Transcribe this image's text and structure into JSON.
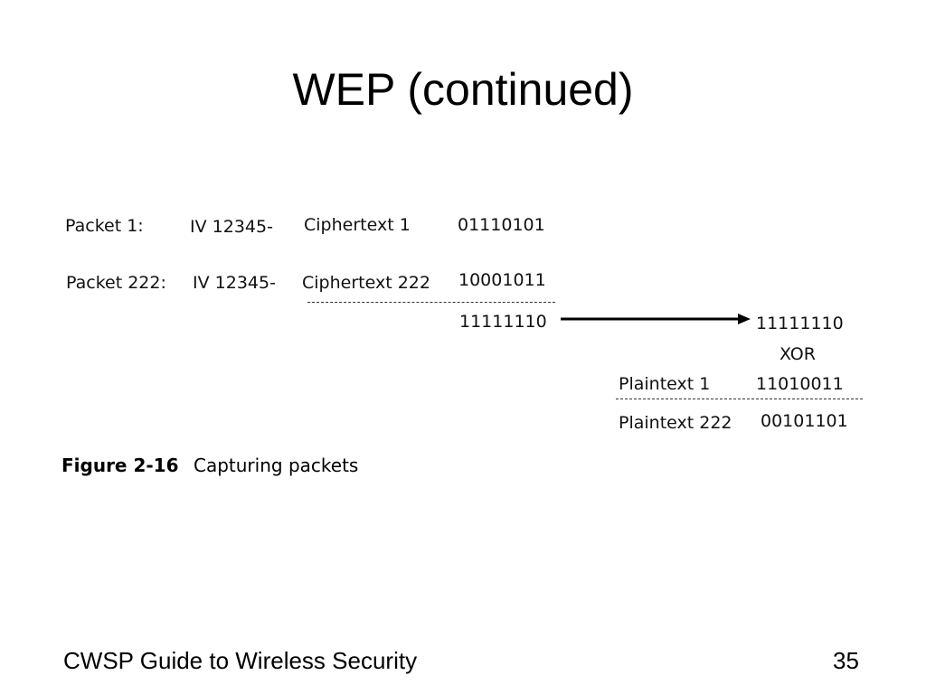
{
  "slide": {
    "title": "WEP (continued)",
    "footer_left": "CWSP Guide to Wireless Security",
    "page_number": "35"
  },
  "figure": {
    "packet1": {
      "label": "Packet 1:",
      "iv": "IV 12345-",
      "ciphertext_label": "Ciphertext 1",
      "bits": "01110101"
    },
    "packet222": {
      "label": "Packet 222:",
      "iv": "IV 12345-",
      "ciphertext_label": "Ciphertext 222",
      "bits": "10001011"
    },
    "xor_result_bits": "11111110",
    "arrow_result_bits": "11111110",
    "xor_label": "XOR",
    "plaintext1": {
      "label": "Plaintext 1",
      "bits": "11010011"
    },
    "plaintext222": {
      "label": "Plaintext 222",
      "bits": "00101101"
    },
    "caption_number": "Figure 2-16",
    "caption_text": "Capturing packets"
  }
}
